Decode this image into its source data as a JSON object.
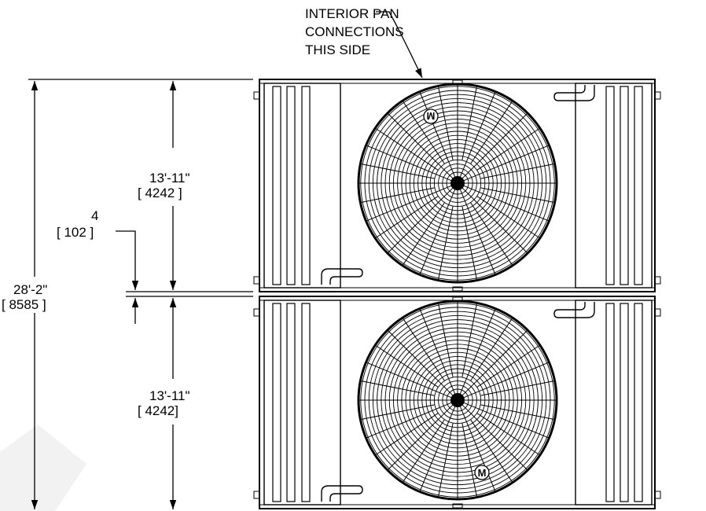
{
  "callout": {
    "line1": "INTERIOR PAN",
    "line2": "CONNECTIONS",
    "line3": "THIS SIDE"
  },
  "dimensions": {
    "upper_module": {
      "imperial": "13'-11\"",
      "metric": "[ 4242 ]"
    },
    "gap": {
      "imperial": "4",
      "metric": "[ 102 ]"
    },
    "overall": {
      "imperial": "28'-2\"",
      "metric": "[ 8585 ]"
    },
    "lower_module": {
      "imperial": "13'-11\"",
      "metric": "[ 4242]"
    }
  },
  "fan_marks": {
    "upper": "M",
    "lower": "M"
  },
  "colors": {
    "ink": "#000000",
    "background": "#ffffff",
    "watermark": "#f2f2f2"
  }
}
